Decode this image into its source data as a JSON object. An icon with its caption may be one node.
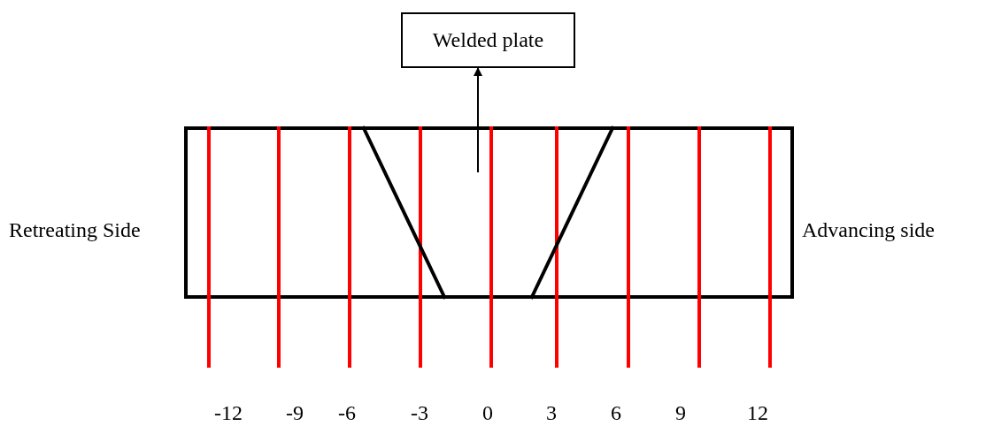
{
  "diagram": {
    "nodes": [
      {
        "text": [
          "Welded plate"
        ]
      },
      {
        "text": [],
        "shape": "box"
      }
    ],
    "edges": [
      {
        "from": 1,
        "to": 0,
        "arrow": "to"
      }
    ],
    "labels": [
      "Retreating Side",
      "Advancing side",
      "-12",
      "-9",
      "-6",
      "-3",
      "0",
      "3",
      "6",
      "9",
      "12"
    ]
  }
}
